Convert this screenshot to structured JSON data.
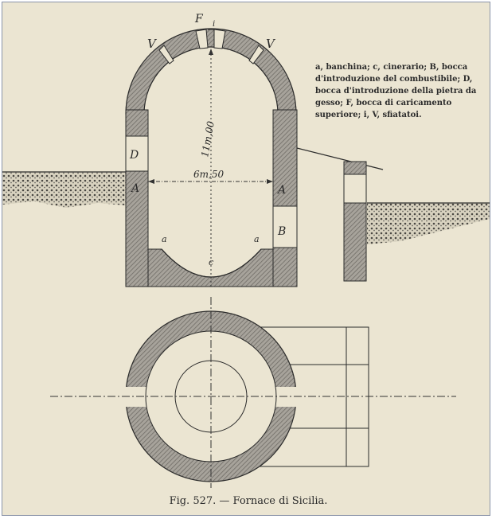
{
  "labels": {
    "F": "F",
    "i": "i",
    "V_left": "V",
    "V_right": "V",
    "D": "D",
    "A_left": "A",
    "A_right": "A",
    "B": "B",
    "a_left": "a",
    "a_right": "a",
    "c": "c",
    "height_dim": "11m,00",
    "width_dim": "6m,50"
  },
  "legend": "a, banchina; c, cinerario; B, bocca d'introduzione del combustibile; D, bocca d'introduzione della pietra da gesso; F, bocca di caricamento superiore; i, V, sfiatatoi.",
  "caption": "Fig. 527. — Fornace di Sicilia.",
  "colors": {
    "paper": "#ebe5d2",
    "ink": "#2a2a2a",
    "hatch": "#8d8a84"
  }
}
